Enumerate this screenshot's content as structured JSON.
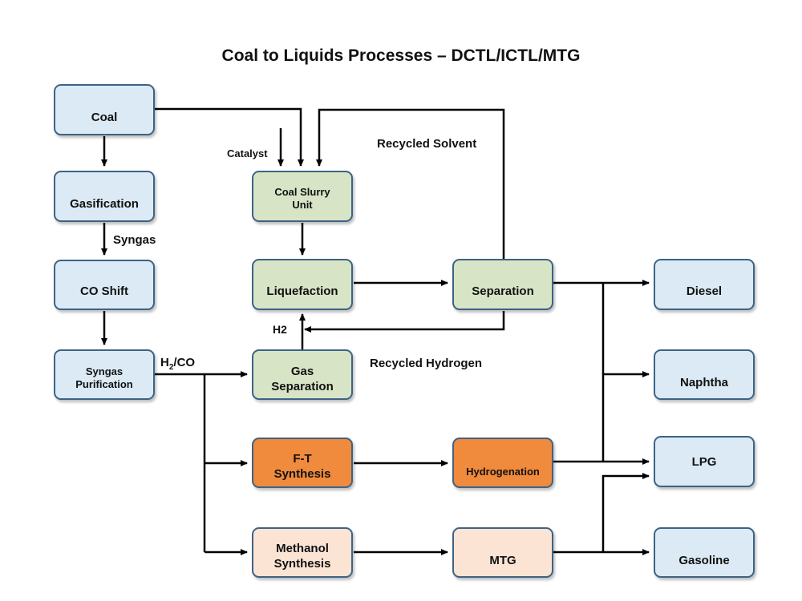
{
  "title": "Coal to Liquids Processes – DCTL/ICTL/MTG",
  "nodes": {
    "coal": "Coal",
    "gasification": "Gasification",
    "co_shift": "CO Shift",
    "syngas_purification_1": "Syngas",
    "syngas_purification_2": "Purification",
    "coal_slurry_1": "Coal Slurry",
    "coal_slurry_2": "Unit",
    "liquefaction": "Liquefaction",
    "gas_separation_1": "Gas",
    "gas_separation_2": "Separation",
    "ft_synthesis_1": "F-T",
    "ft_synthesis_2": "Synthesis",
    "methanol_synthesis_1": "Methanol",
    "methanol_synthesis_2": "Synthesis",
    "separation": "Separation",
    "hydrogenation": "Hydrogenation",
    "mtg": "MTG",
    "diesel": "Diesel",
    "naphtha": "Naphtha",
    "lpg": "LPG",
    "gasoline": "Gasoline"
  },
  "labels": {
    "catalyst": "Catalyst",
    "recycled_solvent": "Recycled Solvent",
    "syngas": "Syngas",
    "h2": "H2",
    "h2co_prefix": "H",
    "h2co_sub": "2",
    "h2co_suffix": "/CO",
    "recycled_hydrogen": "Recycled Hydrogen"
  },
  "colors": {
    "blue_node": "#dbeaf4",
    "green_node": "#d8e4c6",
    "orange_node": "#f08a3c",
    "peach_node": "#fbe4d4",
    "border": "#3d6385",
    "line": "#000000"
  }
}
